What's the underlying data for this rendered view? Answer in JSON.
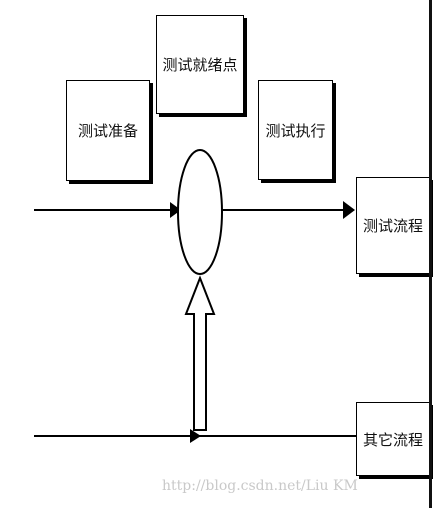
{
  "diagram": {
    "boxes": {
      "test_prepare": "测试准备",
      "test_ready": "测试就绪点",
      "test_execute": "测试执行",
      "test_flow": "测试流程",
      "other_flow": "其它流程"
    }
  },
  "watermark": "http://blog.csdn.net/Liu KM"
}
